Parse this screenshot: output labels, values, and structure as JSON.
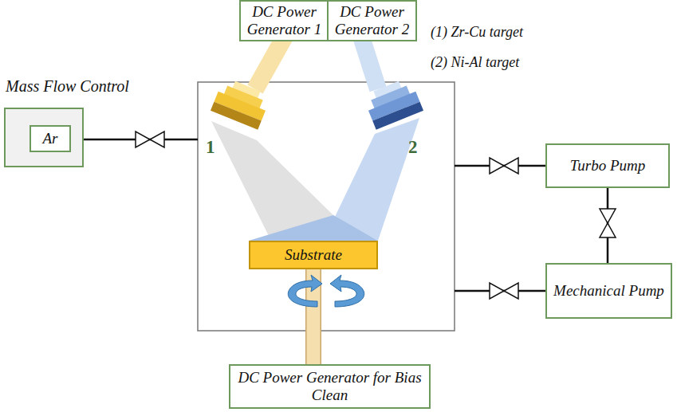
{
  "diagram": {
    "nodes": [
      {
        "text": [
          "DC Power Generator 1"
        ]
      },
      {
        "text": [
          "DC Power Generator 2"
        ]
      },
      {
        "text": [
          "Mass Flow Control"
        ]
      },
      {
        "text": [
          "Ar"
        ],
        "in": 2
      },
      {
        "text": [
          "Turbo Pump"
        ]
      },
      {
        "text": [
          "Substrate"
        ]
      },
      {
        "text": [
          "Mechanical Pump"
        ]
      },
      {
        "text": [
          "DC Power Generator for Bias Clean"
        ]
      }
    ],
    "edges": [
      {
        "from": 4,
        "to": 6,
        "arrow": "none"
      },
      {
        "from": 5,
        "to": 7,
        "arrow": "none"
      }
    ],
    "labels": [
      "(1) Zr-Cu target",
      "(2) Ni-Al target",
      "1",
      "2"
    ]
  }
}
